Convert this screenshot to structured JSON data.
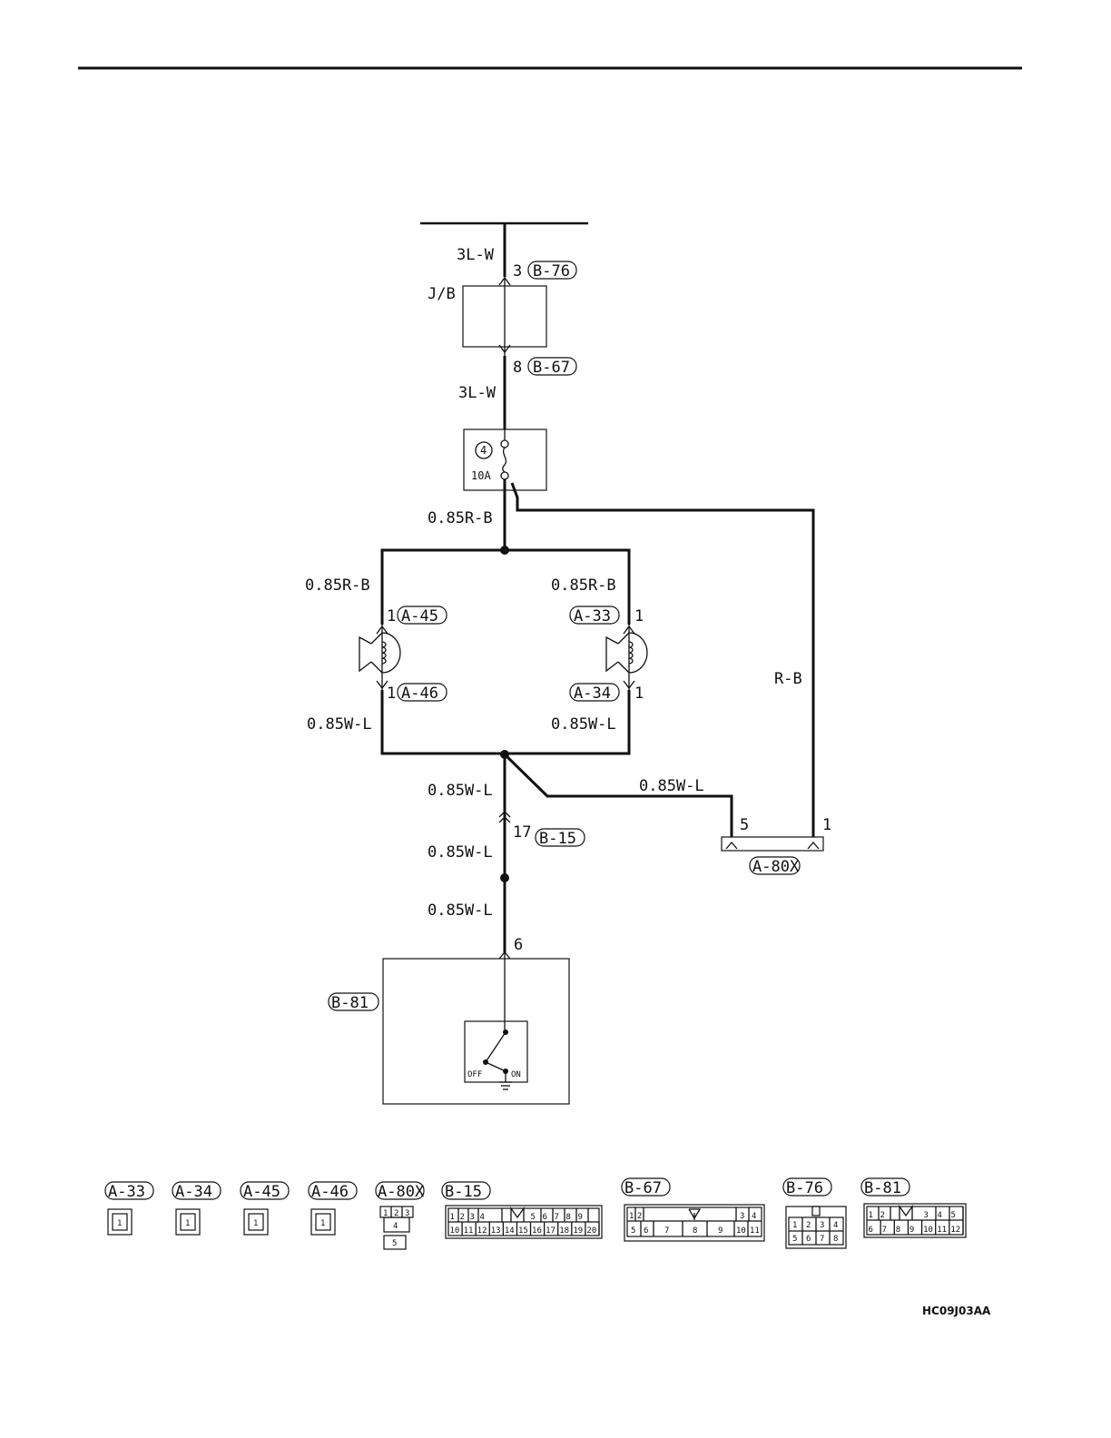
{
  "junction_block": {
    "label": "J/B"
  },
  "fuse": {
    "number": "4",
    "rating": "10A"
  },
  "wires": {
    "w1": "3L-W",
    "w2": "3L-W",
    "w3": "0.85R-B",
    "w4": "0.85R-B",
    "w5": "0.85R-B",
    "w6": "0.85W-L",
    "w7": "0.85W-L",
    "w8": "0.85W-L",
    "w9": "0.85W-L",
    "w10": "0.85W-L",
    "w11": "0.85W-L",
    "w12": "R-B"
  },
  "connectors": {
    "b76": {
      "id": "B-76",
      "pin": "3"
    },
    "b67": {
      "id": "B-67",
      "pin": "8"
    },
    "a45": {
      "id": "A-45",
      "pin": "1"
    },
    "a46": {
      "id": "A-46",
      "pin": "1"
    },
    "a33": {
      "id": "A-33",
      "pin": "1"
    },
    "a34": {
      "id": "A-34",
      "pin": "1"
    },
    "b15": {
      "id": "B-15",
      "pin": "17"
    },
    "a80x": {
      "id": "A-80X",
      "pin_left": "5",
      "pin_right": "1"
    },
    "b81": {
      "id": "B-81",
      "pin": "6"
    }
  },
  "switch": {
    "off": "OFF",
    "on": "ON"
  },
  "legend": {
    "a33": {
      "id": "A-33",
      "pins": [
        "1"
      ]
    },
    "a34": {
      "id": "A-34",
      "pins": [
        "1"
      ]
    },
    "a45": {
      "id": "A-45",
      "pins": [
        "1"
      ]
    },
    "a46": {
      "id": "A-46",
      "pins": [
        "1"
      ]
    },
    "a80x": {
      "id": "A-80X",
      "pins": [
        "1",
        "2",
        "3",
        "4",
        "5"
      ]
    },
    "b15": {
      "id": "B-15",
      "row1": [
        "1",
        "2",
        "3",
        "4",
        "5",
        "6",
        "7",
        "8",
        "9"
      ],
      "row2": [
        "10",
        "11",
        "12",
        "13",
        "14",
        "15",
        "16",
        "17",
        "18",
        "19",
        "20"
      ]
    },
    "b67": {
      "id": "B-67",
      "row1": [
        "1",
        "2",
        "3",
        "4"
      ],
      "row2": [
        "5",
        "6",
        "7",
        "8",
        "9",
        "10",
        "11"
      ]
    },
    "b76": {
      "id": "B-76",
      "row1": [
        "1",
        "2",
        "3",
        "4"
      ],
      "row2": [
        "5",
        "6",
        "7",
        "8"
      ]
    },
    "b81": {
      "id": "B-81",
      "row1": [
        "1",
        "2",
        "3",
        "4",
        "5"
      ],
      "row2": [
        "6",
        "7",
        "8",
        "9",
        "10",
        "11",
        "12"
      ]
    }
  },
  "figure_code": "HC09J03AA"
}
